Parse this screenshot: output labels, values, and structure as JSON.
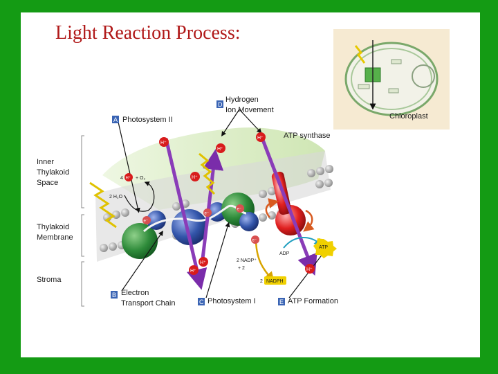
{
  "title": "Light Reaction Process:",
  "colors": {
    "background": "#149b14",
    "title": "#b01818",
    "marker": "#3a64b4",
    "proton": "#d81c1c",
    "photosystem_green": "#2e8b3a",
    "photosystem_blue": "#3355aa",
    "lumen": "#dceec6",
    "arrow_purple": "#8a3cb8"
  },
  "labels": {
    "photosystem_ii": "Photosystem II",
    "hydrogen_line1": "Hydrogen",
    "hydrogen_line2": "Ion Movement",
    "atp_synthase": "ATP synthase",
    "chloroplast": "Chloroplast",
    "inner_line1": "Inner",
    "inner_line2": "Thylakoid",
    "inner_line3": "Space",
    "membrane_line1": "Thylakoid",
    "membrane_line2": "Membrane",
    "stroma": "Stroma",
    "etc_line1": "Electron",
    "etc_line2": "Transport Chain",
    "photosystem_i": "Photosystem I",
    "atp_formation": "ATP Formation"
  },
  "markers": {
    "a": "A",
    "b": "B",
    "c": "C",
    "d": "D",
    "e": "E"
  },
  "chem": {
    "water": "2 H₂O",
    "four": "4",
    "oxygen": "+ O₂",
    "proton": "H⁺",
    "electron": "e⁻",
    "nadp_line1": "2 NADP⁺",
    "nadp_line2": "+ 2",
    "nadph_count": "2",
    "nadph": "NADPH",
    "adp": "ADP",
    "atp": "ATP"
  }
}
